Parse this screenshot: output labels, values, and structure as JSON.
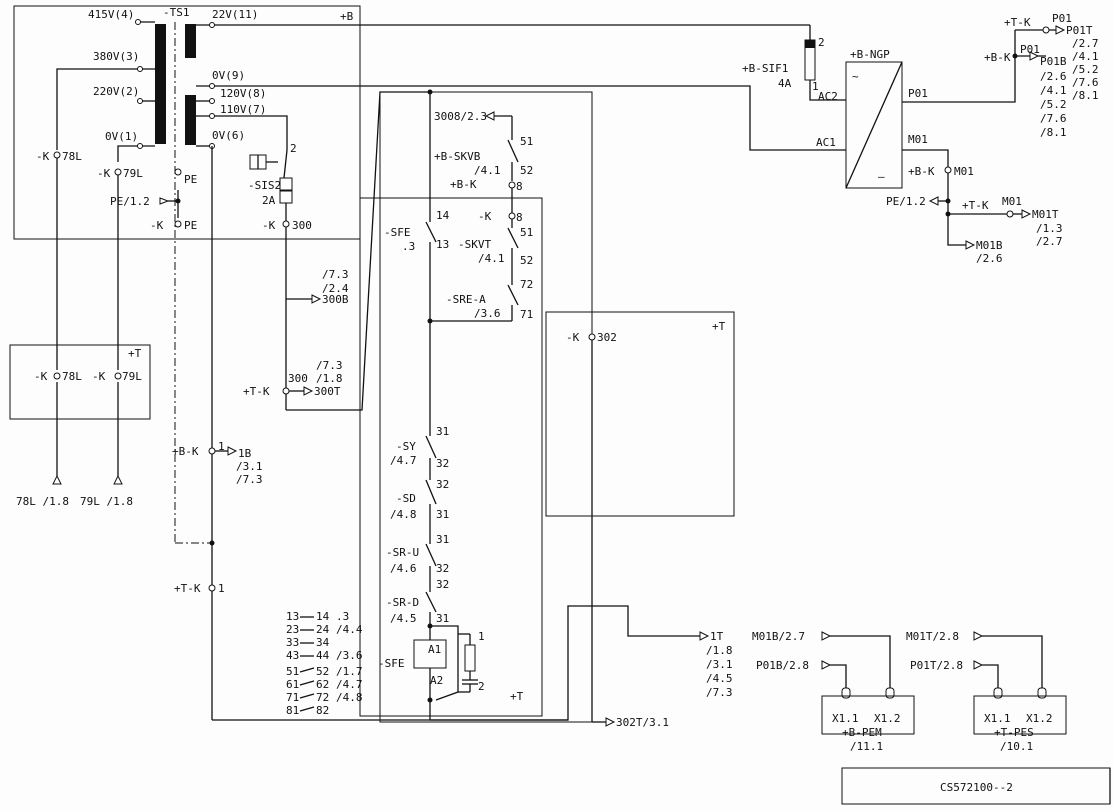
{
  "transformer": {
    "name": "-TS1",
    "v415": "415V(4)",
    "v380": "380V(3)",
    "v220": "220V(2)",
    "v0p": "0V(1)",
    "v22": "22V(11)",
    "v0s9": "0V(9)",
    "v120": "120V(8)",
    "v110": "110V(7)",
    "v0s6": "0V(6)"
  },
  "box_b_label": "+B",
  "box_t_label": "+T",
  "sis2": {
    "name": "-SIS2",
    "rating": "2A",
    "pin": "2"
  },
  "terminals": {
    "k78l": "-K",
    "t78l": "78L",
    "k79l": "-K",
    "t79l": "79L",
    "pe": "PE",
    "pe_ref": "PE/1.2",
    "kpe": "-K",
    "tpe": "PE",
    "k300": "-K",
    "t300": "300"
  },
  "t_box": {
    "label": "+T",
    "k1": "-K",
    "n1": "78L",
    "k2": "-K",
    "n2": "79L"
  },
  "ref300b": {
    "l1": "/7.3",
    "l2": "/2.4",
    "tag": "300B"
  },
  "ref300t": {
    "pre": "300",
    "l1": "/7.3",
    "l2": "/1.8",
    "k": "+T-K",
    "tag": "300T"
  },
  "b_k1": {
    "k": "+B-K",
    "n": "1",
    "tag": "1B",
    "l1": "/3.1",
    "l2": "/7.3"
  },
  "t_k1": {
    "k": "+T-K",
    "n": "1"
  },
  "bottom_refs": {
    "r78": "78L /1.8",
    "r79": "79L /1.8"
  },
  "control": {
    "ref3008": "3008/2.3",
    "skvb": {
      "name": "+B-SKVB",
      "ref": "/4.1",
      "k": "+B-K",
      "kn": "8",
      "p1": "51",
      "p2": "52"
    },
    "sfe": {
      "name": "-SFE",
      "ref": ".3",
      "p1": "14",
      "p2": "13"
    },
    "k8": {
      "k": "-K",
      "n": "8"
    },
    "skvt": {
      "name": "-SKVT",
      "ref": "/4.1",
      "p1": "51",
      "p2": "52"
    },
    "sre": {
      "name": "-SRE-A",
      "ref": "/3.6",
      "p1": "72",
      "p2": "71"
    },
    "sy": {
      "name": "-SY",
      "ref": "/4.7",
      "p1": "31",
      "p2": "32"
    },
    "sd": {
      "name": "-SD",
      "ref": "/4.8",
      "p1": "32",
      "p2": "31"
    },
    "sru": {
      "name": "-SR-U",
      "ref": "/4.6",
      "p1": "31",
      "p2": "32"
    },
    "srd": {
      "name": "-SR-D",
      "ref": "/4.5",
      "p1": "32",
      "p2": "31"
    },
    "coil": {
      "name": "-SFE",
      "a1": "A1",
      "a2": "A2",
      "d1": "1",
      "d2": "2"
    },
    "box_label": "+T"
  },
  "contact_table": [
    {
      "a": "13",
      "b": "14",
      "r": ".3"
    },
    {
      "a": "23",
      "b": "24",
      "r": "/4.4"
    },
    {
      "a": "33",
      "b": "34",
      "r": ""
    },
    {
      "a": "43",
      "b": "44",
      "r": "/3.6"
    },
    {
      "a": "51",
      "b": "52",
      "r": "/1.7"
    },
    {
      "a": "61",
      "b": "62",
      "r": "/4.7"
    },
    {
      "a": "71",
      "b": "72",
      "r": "/4.8"
    },
    {
      "a": "81",
      "b": "82",
      "r": ""
    }
  ],
  "k302": {
    "k": "-K",
    "n": "302",
    "box": "+T"
  },
  "ref1t": {
    "tag": "1T",
    "refs": [
      "/1.8",
      "/3.1",
      "/4.5",
      "/7.3"
    ]
  },
  "ref302t": "302T/3.1",
  "psu": {
    "sif1": "+B-SIF1",
    "sif1_rating": "4A",
    "fuse_p2": "2",
    "fuse_p1": "1",
    "ngp": "+B-NGP",
    "ac2": "AC2",
    "ac1": "AC1",
    "p01": "P01",
    "m01": "M01",
    "tilde": "~",
    "dash": "—"
  },
  "p01_refs": {
    "tk": "+T-K",
    "tk_n": "P01",
    "tk_tag": "P01T",
    "tk_r": [
      "/2.7",
      "/4.1",
      "/5.2",
      "/7.6",
      "/8.1"
    ],
    "bk": "+B-K",
    "bk_n": "P01",
    "bk_tag": "P01B",
    "bk_r": [
      "/2.6",
      "/4.1",
      "/5.2",
      "/7.6",
      "/8.1"
    ]
  },
  "m01_refs": {
    "bk": "+B-K",
    "bk_n": "M01",
    "pe_ref": "PE/1.2",
    "tk": "+T-K",
    "tk_n": "M01",
    "t_tag": "M01T",
    "t_r": [
      "/1.3",
      "/2.7"
    ],
    "b_tag": "M01B",
    "b_r": [
      "/2.6"
    ]
  },
  "pem": {
    "in1": "M01B/2.7",
    "in2": "P01B/2.8",
    "x1": "X1.1",
    "x2": "X1.2",
    "name": "+B-PEM",
    "ref": "/11.1"
  },
  "pes": {
    "in1": "M01T/2.8",
    "in2": "P01T/2.8",
    "x1": "X1.1",
    "x2": "X1.2",
    "name": "+T-PES",
    "ref": "/10.1"
  },
  "title_block": "CS572100--2"
}
